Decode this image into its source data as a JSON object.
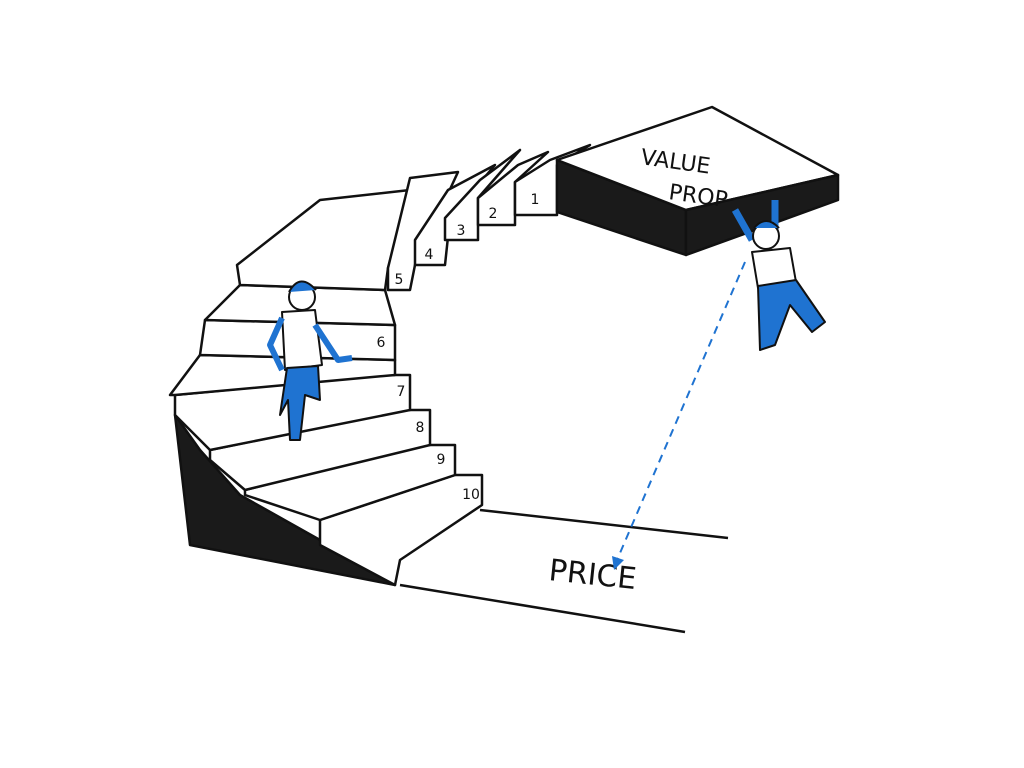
{
  "illustration": {
    "platform_label_line1": "VALUE",
    "platform_label_line2": "PROP",
    "floor_label": "PRICE",
    "step_numbers": [
      "1",
      "2",
      "3",
      "4",
      "5",
      "6",
      "7",
      "8",
      "9",
      "10"
    ]
  },
  "colors": {
    "ink": "#111111",
    "accent_blue": "#1f73d1",
    "shadow": "#1a1a1a"
  }
}
